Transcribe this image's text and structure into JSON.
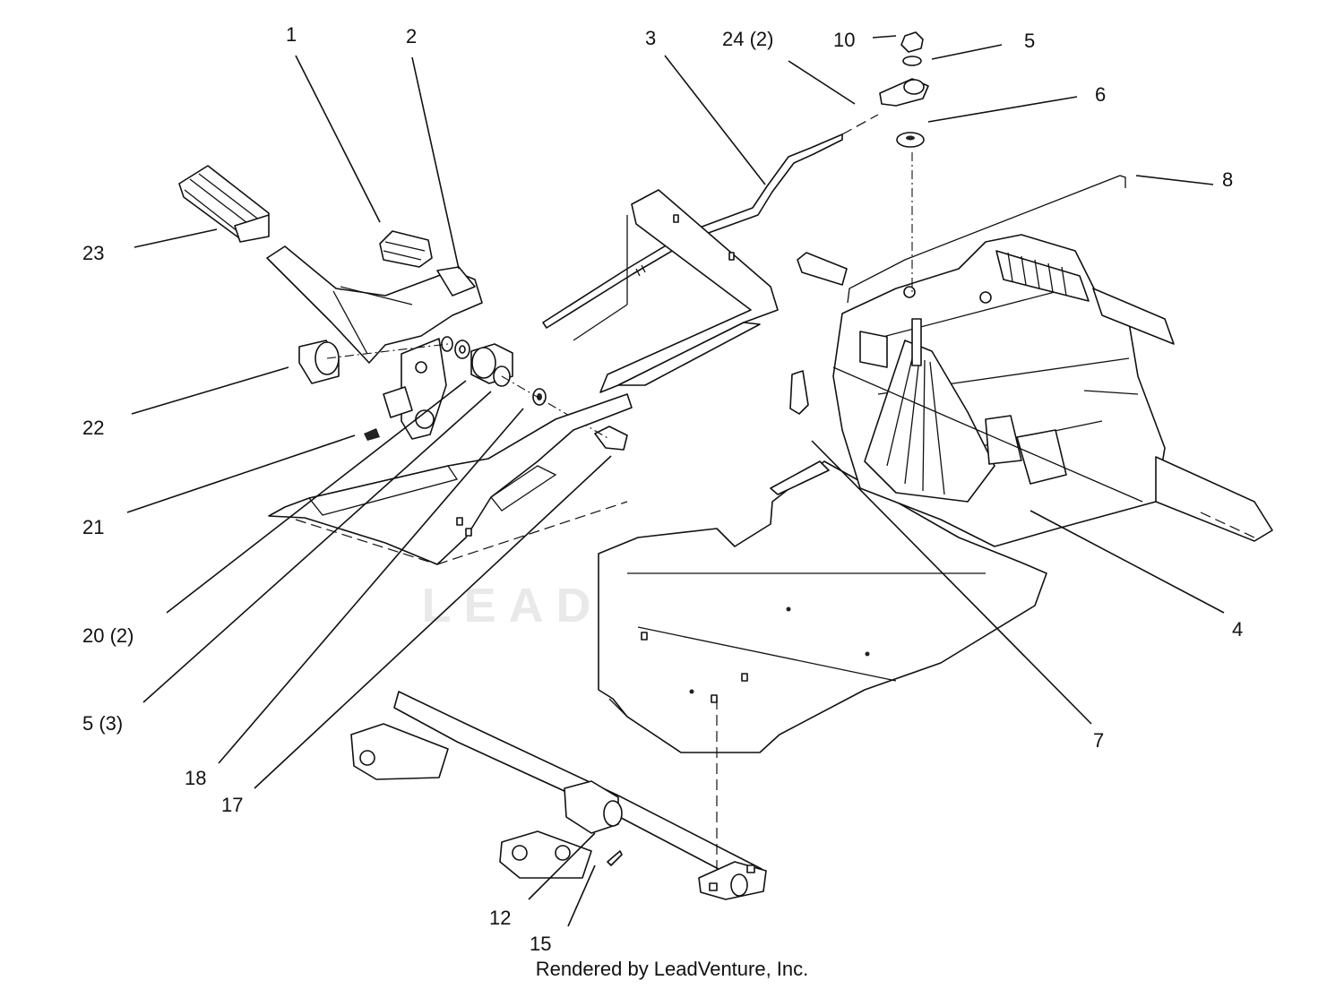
{
  "diagram": {
    "callouts": [
      {
        "id": "c1",
        "label": "1"
      },
      {
        "id": "c2",
        "label": "2"
      },
      {
        "id": "c3",
        "label": "3"
      },
      {
        "id": "c24",
        "label": "24 (2)"
      },
      {
        "id": "c10",
        "label": "10"
      },
      {
        "id": "c5top",
        "label": "5"
      },
      {
        "id": "c6",
        "label": "6"
      },
      {
        "id": "c8",
        "label": "8"
      },
      {
        "id": "c23",
        "label": "23"
      },
      {
        "id": "c22",
        "label": "22"
      },
      {
        "id": "c21",
        "label": "21"
      },
      {
        "id": "c20",
        "label": "20 (2)"
      },
      {
        "id": "c5b",
        "label": "5 (3)"
      },
      {
        "id": "c18",
        "label": "18"
      },
      {
        "id": "c17",
        "label": "17"
      },
      {
        "id": "c4",
        "label": "4"
      },
      {
        "id": "c7",
        "label": "7"
      },
      {
        "id": "c12",
        "label": "12"
      },
      {
        "id": "c15",
        "label": "15"
      }
    ],
    "watermark": "LEADVENTURE",
    "footer": "Rendered by LeadVenture, Inc."
  }
}
